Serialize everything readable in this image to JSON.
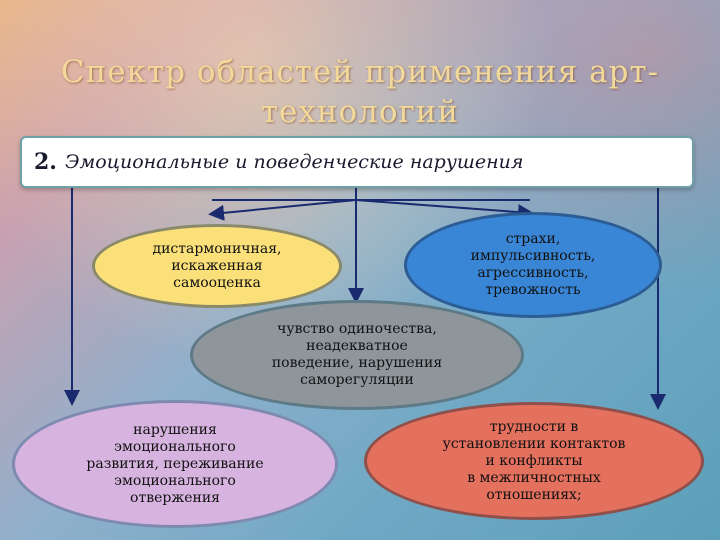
{
  "title": "Спектр областей применения арт-технологий",
  "subtitle": {
    "number": "2.",
    "text": "Эмоциональные и поведенческие нарушения"
  },
  "nodes": {
    "self_esteem": "дистармоничная,\nискаженная\nсамооценка",
    "fears": "страхи,\nимпульсивность,\nагрессивность,\nтревожность",
    "loneliness": "чувство одиночества,\nнеадекватное\nповедение, нарушения\nсаморегуляции",
    "emotional_development": "нарушения\nэмоционального\nразвития, переживание\nэмоционального\nотвержения",
    "contact_difficulties": "трудности в\nустановлении контактов\nи конфликты\nв межличностных\nотношениях;"
  },
  "colors": {
    "self_esteem": "#fbe07a",
    "fears": "#3a86d6",
    "loneliness": "#8e969c",
    "emotional_development": "#d7b4e0",
    "contact_difficulties": "#e4705e",
    "title": "#f2d99a",
    "arrows": "#1a2a6e"
  }
}
